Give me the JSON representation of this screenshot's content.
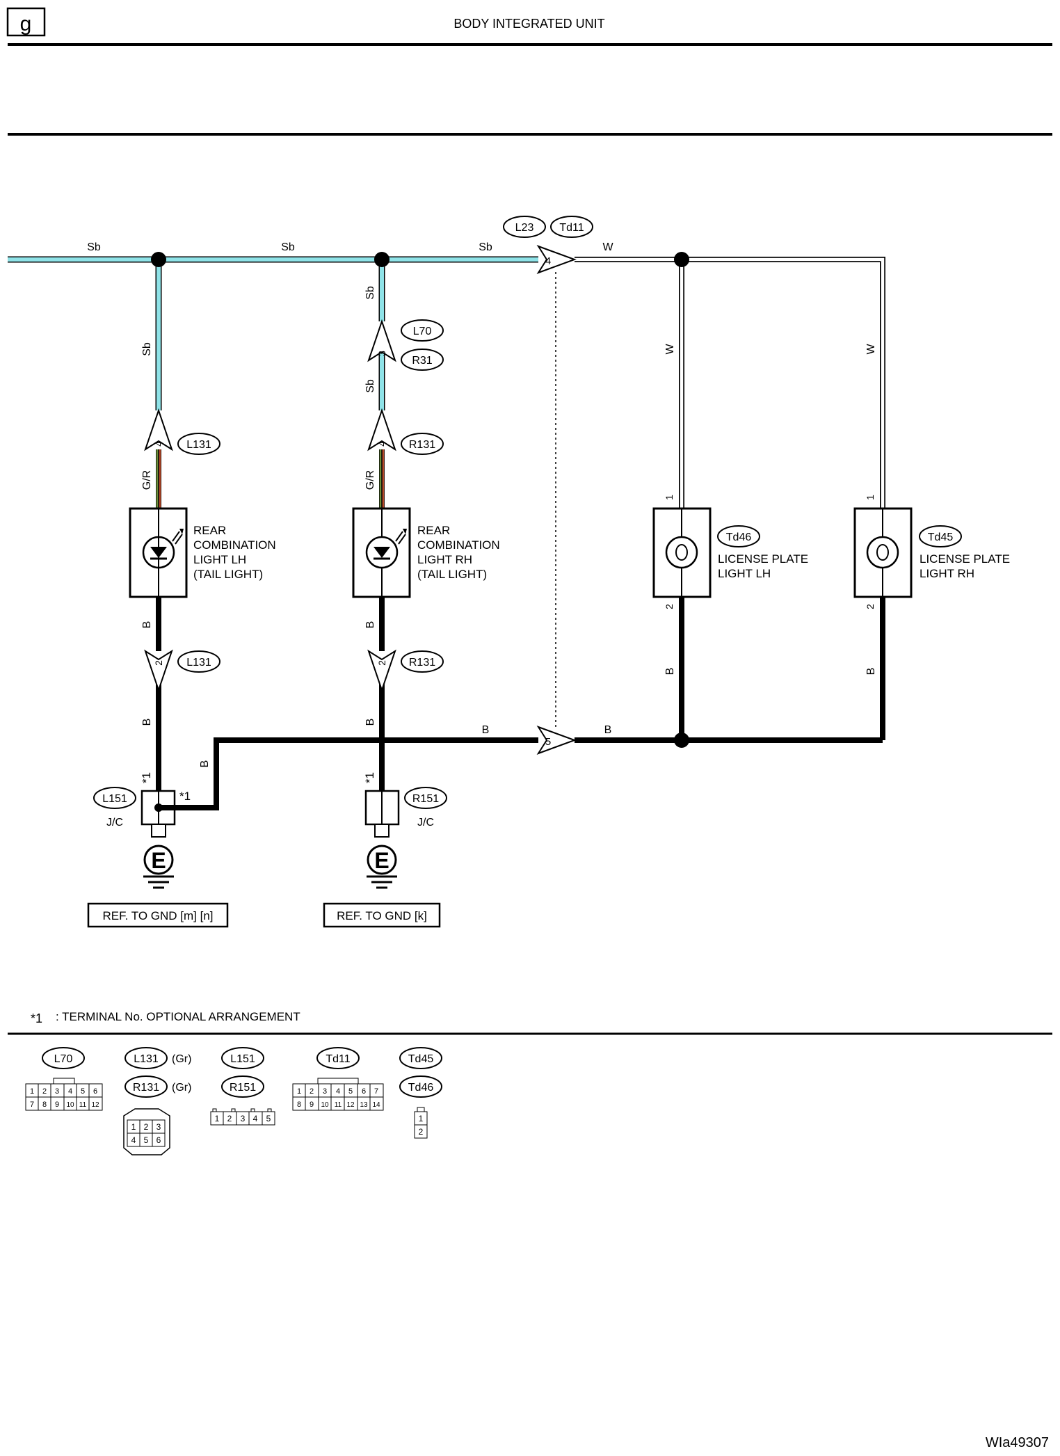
{
  "header": {
    "page_letter": "g",
    "title": "BODY INTEGRATED UNIT"
  },
  "colors": {
    "sb_wire": "#8fe3e8",
    "gr_wire_green": "#6a8f3a",
    "gr_wire_red": "#b84a2a",
    "ink": "#000000"
  },
  "wires": {
    "sb": "Sb",
    "w": "W",
    "b": "B",
    "gr": "G/R"
  },
  "connectors": {
    "l23": "L23",
    "td11": "Td11",
    "l70": "L70",
    "r31": "R31",
    "l131": "L131",
    "r131": "R131",
    "td46": "Td46",
    "td45": "Td45",
    "l151": "L151",
    "r151": "R151"
  },
  "pins": {
    "p4": "4",
    "p3": "3",
    "p2": "2",
    "p5": "5",
    "p1": "1"
  },
  "components": {
    "rear_lh": [
      "REAR",
      "COMBINATION",
      "LIGHT LH",
      "(TAIL LIGHT)"
    ],
    "rear_rh": [
      "REAR",
      "COMBINATION",
      "LIGHT RH",
      "(TAIL LIGHT)"
    ],
    "license_lh": [
      "LICENSE PLATE",
      "LIGHT LH"
    ],
    "license_rh": [
      "LICENSE PLATE",
      "LIGHT RH"
    ],
    "jc": "J/C",
    "ground_symbol": "E",
    "note_mark": "*1"
  },
  "refs": {
    "gnd_mn": "REF. TO GND [m] [n]",
    "gnd_k": "REF. TO GND [k]"
  },
  "footnote": ": TERMINAL No. OPTIONAL ARRANGEMENT",
  "connector_table": {
    "l70": {
      "label": "L70",
      "row1": [
        "1",
        "2",
        "3",
        "4",
        "5",
        "6"
      ],
      "row2": [
        "7",
        "8",
        "9",
        "10",
        "11",
        "12"
      ]
    },
    "l131": {
      "label": "L131",
      "color": "(Gr)"
    },
    "r131": {
      "label": "R131",
      "color": "(Gr)",
      "row1": [
        "1",
        "2",
        "3"
      ],
      "row2": [
        "4",
        "5",
        "6"
      ]
    },
    "l151": {
      "label": "L151"
    },
    "r151": {
      "label": "R151",
      "row1": [
        "1",
        "2",
        "3",
        "4",
        "5"
      ]
    },
    "td11": {
      "label": "Td11",
      "row1": [
        "1",
        "2",
        "3",
        "4",
        "5",
        "6",
        "7"
      ],
      "row2": [
        "8",
        "9",
        "10",
        "11",
        "12",
        "13",
        "14"
      ]
    },
    "td45": {
      "label": "Td45"
    },
    "td46": {
      "label": "Td46",
      "row1": [
        "1"
      ],
      "row2": [
        "2"
      ]
    }
  },
  "code": "WIa49307"
}
